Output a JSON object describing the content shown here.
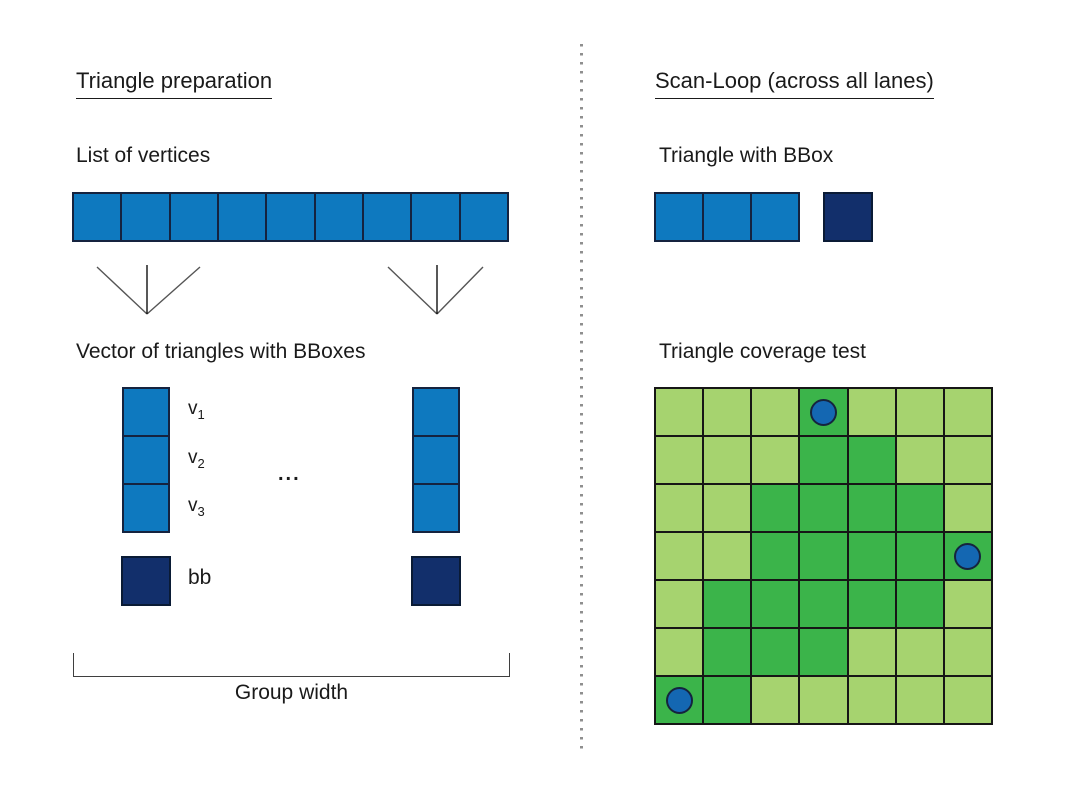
{
  "colors": {
    "vertex_blue": "#0e79bf",
    "bbox_navy": "#122f6b",
    "cell_light_green": "#a6d36f",
    "cell_dark_green": "#3bb44a",
    "sample_dot_blue": "#1467b2"
  },
  "left": {
    "title": "Triangle preparation",
    "list_label": "List of vertices",
    "vertex_list_count": 9,
    "vector_label": "Vector of triangles with BBoxes",
    "triangle_fields": [
      {
        "base": "v",
        "sub": "1"
      },
      {
        "base": "v",
        "sub": "2"
      },
      {
        "base": "v",
        "sub": "3"
      }
    ],
    "bb_label": "bb",
    "ellipsis": "...",
    "group_width_label": "Group width"
  },
  "right": {
    "title": "Scan-Loop (across all lanes)",
    "bbox_label": "Triangle with BBox",
    "bbox_vertex_cells": 3,
    "coverage_label": "Triangle coverage test",
    "grid": {
      "rows": 7,
      "cols": 7,
      "cell_encoding": {
        "L": "light",
        "D": "dark",
        "V": "dark-with-vertex-dot"
      },
      "cells": [
        "LLLVLLL",
        "LLLDDLL",
        "LLDDDDL",
        "LLDDDDV",
        "LDDDDDL",
        "LDDDLLL",
        "VDLLLLL"
      ]
    }
  }
}
